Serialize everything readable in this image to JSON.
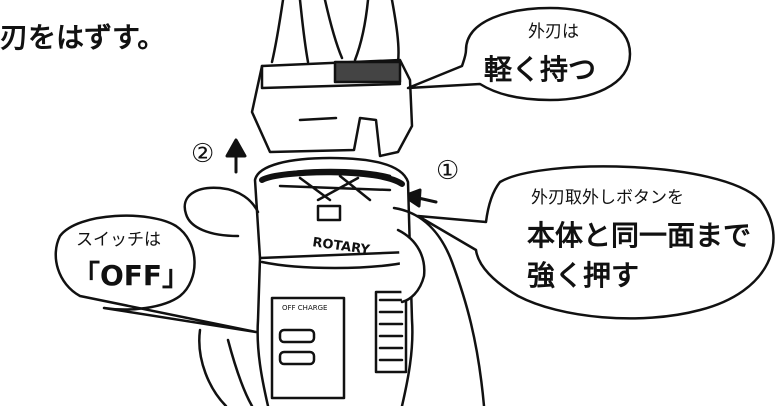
{
  "heading": "刃をはずす。",
  "callouts": {
    "outer_blade": {
      "line1": "外刃は",
      "line2": "軽く持つ"
    },
    "release_button": {
      "line1": "外刃取外しボタンを",
      "line2": "本体と同一面まで",
      "line3": "強く押す"
    },
    "switch": {
      "line1": "スイッチは",
      "line2": "「OFF」"
    }
  },
  "steps": {
    "one": "①",
    "two": "②"
  },
  "device": {
    "brand": "ROTARY",
    "switch_label": "OFF CHARGE"
  }
}
